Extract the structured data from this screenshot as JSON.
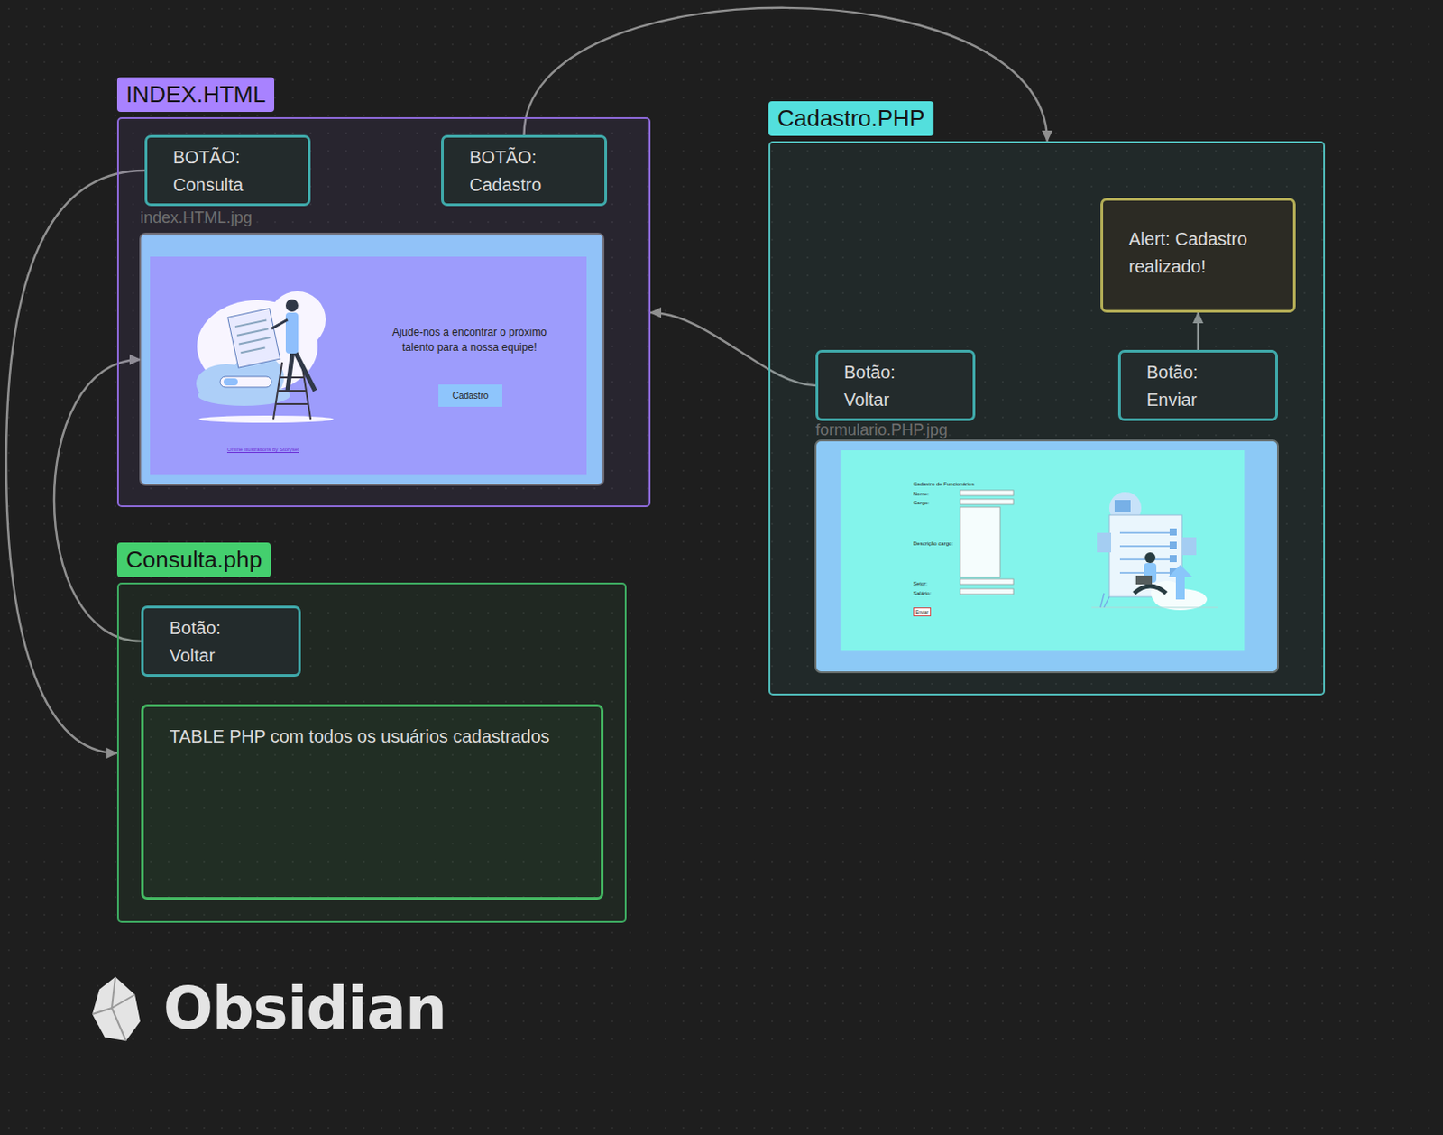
{
  "diagram": {
    "nodes": [
      {
        "text": [
          "INDEX.HTML"
        ]
      },
      {
        "text": [
          "BOTÃO: Consulta"
        ],
        "in": 0
      },
      {
        "text": [
          "BOTÃO: Cadastro"
        ],
        "in": 0
      },
      {
        "text": [
          "index.HTML.jpg",
          "Ajude-nos a encontrar o próximo talento para a nossa equipe!",
          "Cadastro",
          "Online Illustrations by Storyset"
        ],
        "in": 0
      },
      {
        "text": [
          "Cadastro.PHP"
        ]
      },
      {
        "text": [
          "Alert: Cadastro realizado!"
        ],
        "in": 4
      },
      {
        "text": [
          "Botão: Voltar"
        ],
        "in": 4
      },
      {
        "text": [
          "Botão: Enviar"
        ],
        "in": 4
      },
      {
        "text": [
          "formulario.PHP.jpg",
          "Cadastro de Funcionários",
          "Nome:",
          "Cargo:",
          "Descrição cargo:",
          "Setor:",
          "Salário:",
          "Enviar"
        ],
        "in": 4
      },
      {
        "text": [
          "Consulta.php"
        ]
      },
      {
        "text": [
          "Botão: Voltar"
        ],
        "in": 9
      },
      {
        "text": [
          "TABLE PHP com todos os usuários cadastrados"
        ],
        "in": 9
      }
    ],
    "edges": [
      {
        "from": 1,
        "to": 9,
        "arrow": "to"
      },
      {
        "from": 2,
        "to": 4,
        "arrow": "to"
      },
      {
        "from": 6,
        "to": 0,
        "arrow": "to"
      },
      {
        "from": 10,
        "to": 3,
        "arrow": "to"
      },
      {
        "from": 7,
        "to": 5,
        "arrow": "to"
      }
    ],
    "labels": [
      "Obsidian"
    ]
  }
}
